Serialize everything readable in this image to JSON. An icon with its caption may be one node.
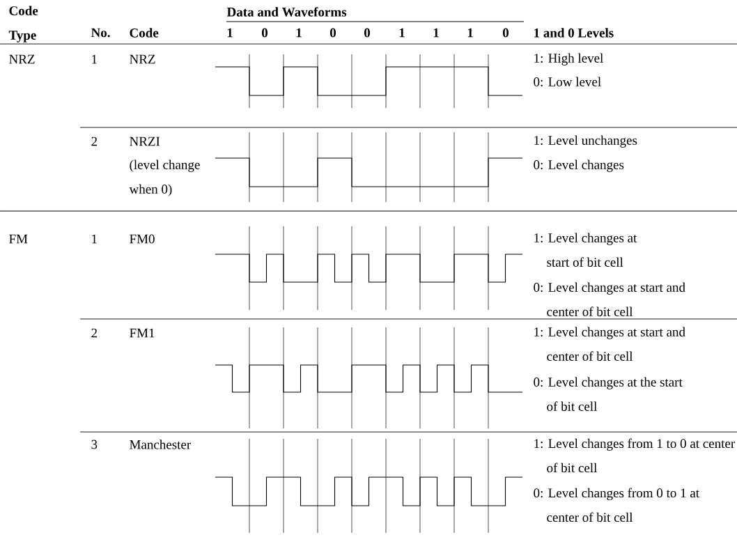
{
  "diagram": {
    "labels": [
      "Code Type",
      "No.",
      "Code",
      "Data and Waveforms",
      "1",
      "0",
      "1",
      "0",
      "0",
      "1",
      "1",
      "1",
      "0",
      "1 and 0 Levels",
      "NRZ",
      "1",
      "NRZ",
      "1: High level",
      "0: Low level",
      "2",
      "NRZI",
      "(level change when 0)",
      "1: Level unchanges",
      "0: Level changes",
      "FM",
      "1",
      "FM0",
      "1: Level changes at start of bit cell",
      "0: Level changes at start and center of bit cell",
      "2",
      "FM1",
      "1: Level changes at start and center of bit cell",
      "0: Level changes at the start of bit cell",
      "3",
      "Manchester",
      "1: Level changes from 1 to 0 at center of bit cell",
      "0: Level changes from 0 to 1 at center of bit cell"
    ]
  }
}
